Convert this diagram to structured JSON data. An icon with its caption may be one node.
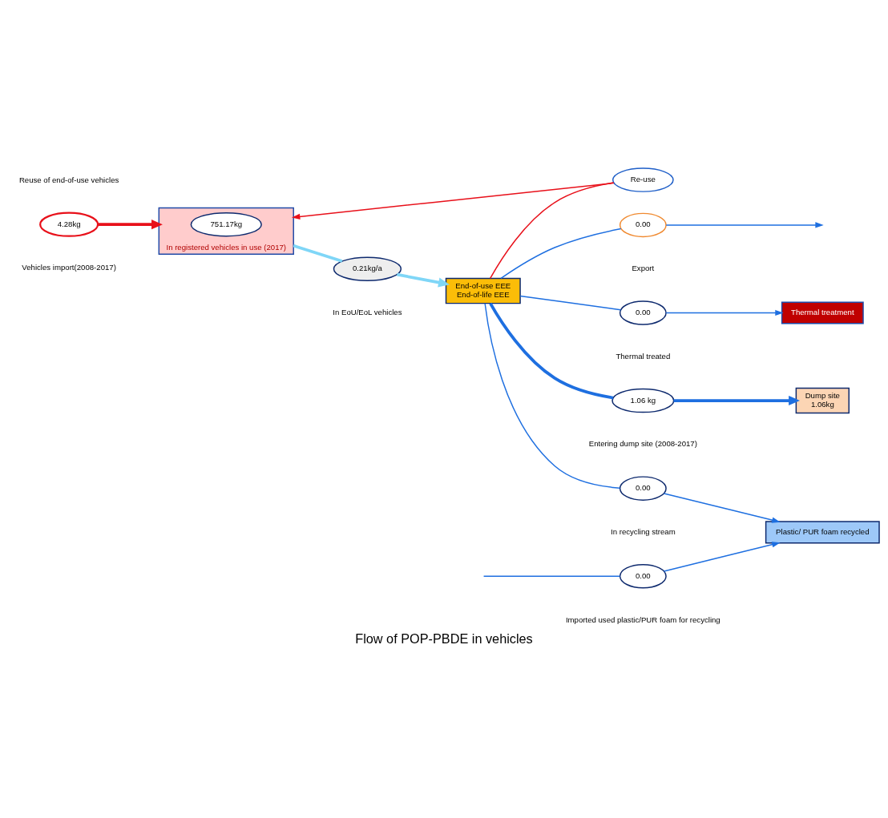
{
  "diagram": {
    "title": "Flow of POP-PBDE in vehicles",
    "nodes": [
      {
        "text": [
          "4.28kg"
        ],
        "beside": [
          "Vehicles import(2008-2017)"
        ]
      },
      {
        "text": [
          "In registered vehicles in use (2017)"
        ]
      },
      {
        "text": [
          "751.17kg"
        ],
        "in": 1
      },
      {
        "text": [
          "0.21kg/a"
        ],
        "beside": [
          "In EoU/EoL vehicles"
        ]
      },
      {
        "text": [
          "End-of-use EEE",
          "End-of-life EEE"
        ]
      },
      {
        "text": [
          "Re-use"
        ]
      },
      {
        "text": [
          "0.00"
        ],
        "beside": [
          "Export"
        ]
      },
      {
        "text": [
          "0.00"
        ],
        "beside": [
          "Thermal treated"
        ]
      },
      {
        "text": [
          "Thermal treatment"
        ]
      },
      {
        "text": [
          "1.06 kg"
        ],
        "beside": [
          "Entering dump site (2008-2017)"
        ]
      },
      {
        "text": [
          "Dump site",
          "1.06kg"
        ]
      },
      {
        "text": [
          "0.00"
        ],
        "beside": [
          "In recycling stream"
        ]
      },
      {
        "text": [
          "Plastic/ PUR foam recycled"
        ]
      },
      {
        "text": [
          "0.00"
        ],
        "beside": [
          "Imported used plastic/PUR foam for recycling"
        ]
      }
    ],
    "edges": [
      {
        "from": 0,
        "to": 1,
        "arrow": "to",
        "style": "thick",
        "color": "#e8101a"
      },
      {
        "from": 1,
        "to": 3,
        "arrow": "none",
        "style": "thick",
        "color": "#7fd6f7"
      },
      {
        "from": 3,
        "to": 4,
        "arrow": "to",
        "style": "thick",
        "color": "#7fd6f7"
      },
      {
        "from": 4,
        "to": 5,
        "arrow": "none",
        "color": "#e8101a"
      },
      {
        "from": 5,
        "to": 1,
        "arrow": "to",
        "color": "#e8101a"
      },
      {
        "from": 4,
        "to": 6,
        "arrow": "none"
      },
      {
        "from": 6,
        "to": null,
        "arrow": "to"
      },
      {
        "from": 4,
        "to": 7,
        "arrow": "none"
      },
      {
        "from": 7,
        "to": 8,
        "arrow": "to"
      },
      {
        "from": 4,
        "to": 9,
        "arrow": "none",
        "style": "thick"
      },
      {
        "from": 9,
        "to": 10,
        "arrow": "to",
        "style": "thick"
      },
      {
        "from": 4,
        "to": 11,
        "arrow": "none"
      },
      {
        "from": 11,
        "to": 12,
        "arrow": "to"
      },
      {
        "from": null,
        "to": 13,
        "arrow": "none"
      },
      {
        "from": 13,
        "to": 12,
        "arrow": "to"
      }
    ],
    "labels": [
      "Reuse of end-of-use vehicles"
    ]
  }
}
